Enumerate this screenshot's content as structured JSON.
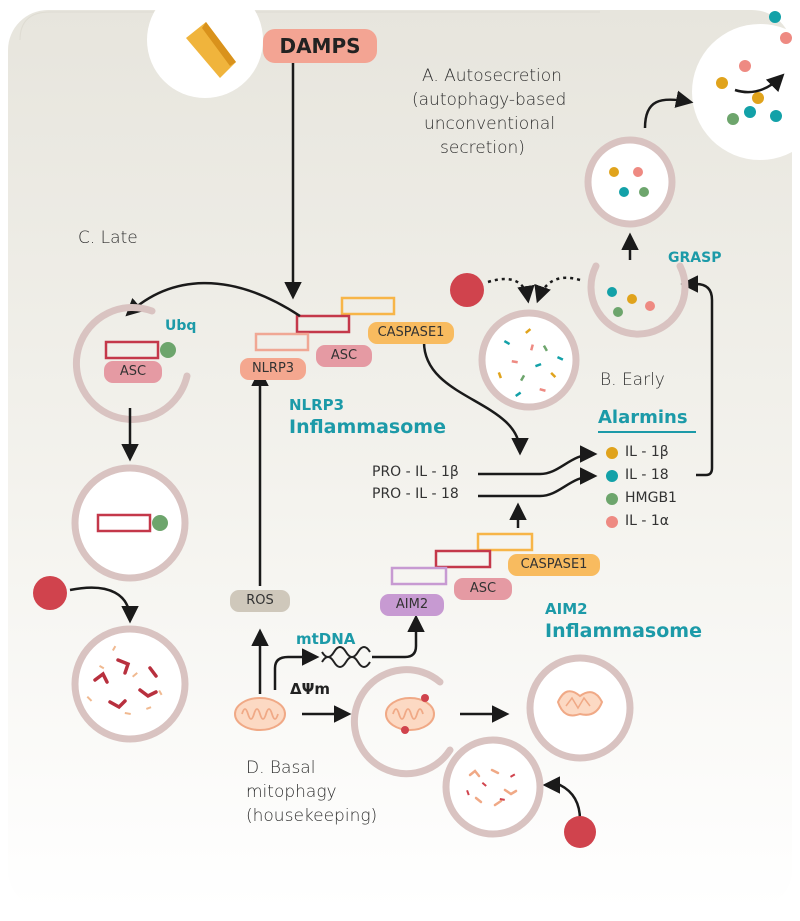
{
  "damps": "DAMPS",
  "sections": {
    "autosecretion": [
      "A. Autosecretion",
      "(autophagy-based",
      "unconventional",
      "secretion)"
    ],
    "early": "B. Early",
    "late": "C. Late",
    "basal": [
      "D. Basal",
      "mitophagy",
      "(housekeeping)"
    ]
  },
  "labels": {
    "grasp": "GRASP",
    "ubq": "Ubq",
    "mtdna": "mtDNA",
    "delta_psi": "ΔΨm",
    "ros": "ROS",
    "nlrp3_title": "NLRP3",
    "nlrp3_sub": "Inflammasome",
    "aim2_title": "AIM2",
    "aim2_sub": "Inflammasome",
    "alarmins_title": "Alarmins"
  },
  "nlrp3_complex": {
    "nlrp3": "NLRP3",
    "asc": "ASC",
    "caspase": "CASPASE1"
  },
  "aim2_complex": {
    "aim2": "AIM2",
    "asc": "ASC",
    "caspase": "CASPASE1"
  },
  "late_asc": "ASC",
  "pro_cytokines": [
    "PRO - IL - 1β",
    "PRO - IL - 18"
  ],
  "alarmins": [
    {
      "label": "IL - 1β",
      "color": "#e0a31c"
    },
    {
      "label": "IL - 18",
      "color": "#13a1a8"
    },
    {
      "label": "HMGB1",
      "color": "#6da56c"
    },
    {
      "label": "IL - 1α",
      "color": "#ee8a82"
    }
  ],
  "colors": {
    "damps_pill": "#f3a493",
    "nlrp3_pill": "#f4a78f",
    "asc_pill": "#e59aa3",
    "caspase_pill": "#f8bb5f",
    "aim2_pill": "#c79ad2",
    "ros_pill": "#cfc8bb",
    "lysosome": "#d0434d",
    "teal": "#1c9aa8",
    "membrane": "#d9c3c1"
  }
}
